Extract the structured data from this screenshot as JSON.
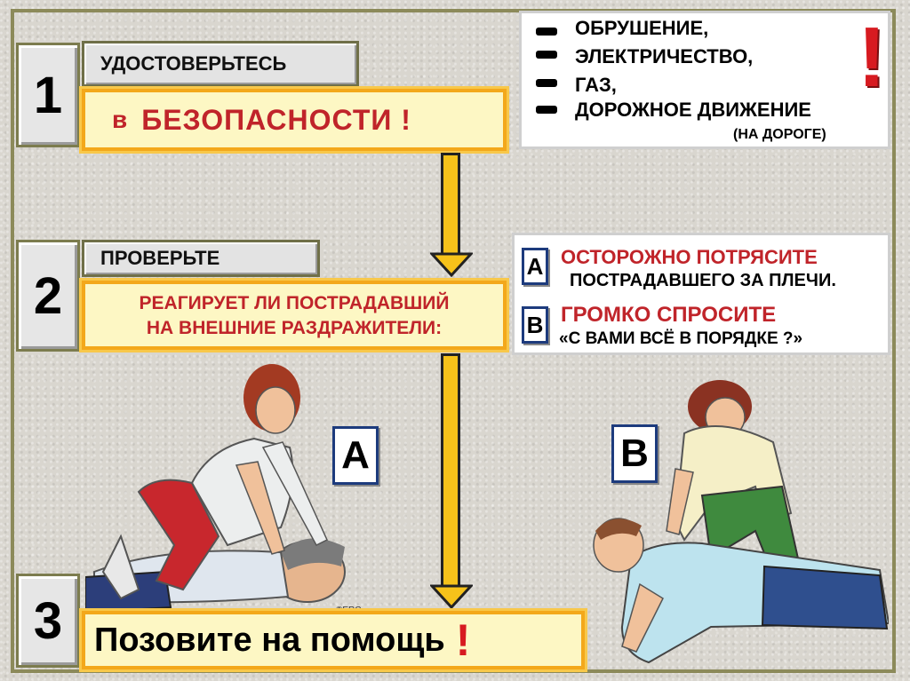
{
  "step1": {
    "number": "1",
    "label": "УДОСТОВЕРЬТЕСЬ",
    "box_prefix": "в",
    "box_text": "БЕЗОПАСНОСТИ  !"
  },
  "hazards": {
    "items": [
      "ОБРУШЕНИЕ,",
      "ЭЛЕКТРИЧЕСТВО,",
      "ГАЗ,",
      "ДОРОЖНОЕ ДВИЖЕНИЕ"
    ],
    "note": "(НА ДОРОГЕ)",
    "exclamation": "!"
  },
  "step2": {
    "number": "2",
    "label": "ПРОВЕРЬТЕ",
    "box_line1": "РЕАГИРУЕТ ЛИ ПОСТРАДАВШИЙ",
    "box_line2": "НА  ВНЕШНИЕ  РАЗДРАЖИТЕЛИ:"
  },
  "checks": {
    "a_letter": "А",
    "a_title": "ОСТОРОЖНО  ПОТРЯСИТЕ",
    "a_text": "ПОСТРАДАВШЕГО ЗА ПЛЕЧИ.",
    "b_letter": "В",
    "b_title": "ГРОМКО СПРОСИТЕ",
    "b_text": "«С ВАМИ ВСЁ В ПОРЯДКЕ ?»"
  },
  "illustrations": {
    "a_label": "А",
    "b_label": "В",
    "credit": "©ERC"
  },
  "step3": {
    "number": "3",
    "text": "Позовите на помощь",
    "exclamation": "!"
  },
  "colors": {
    "red": "#c0242a",
    "yellow_fill": "#fdf7c4",
    "orange_border": "#f3a81b",
    "arrow_fill": "#f6c21a"
  }
}
